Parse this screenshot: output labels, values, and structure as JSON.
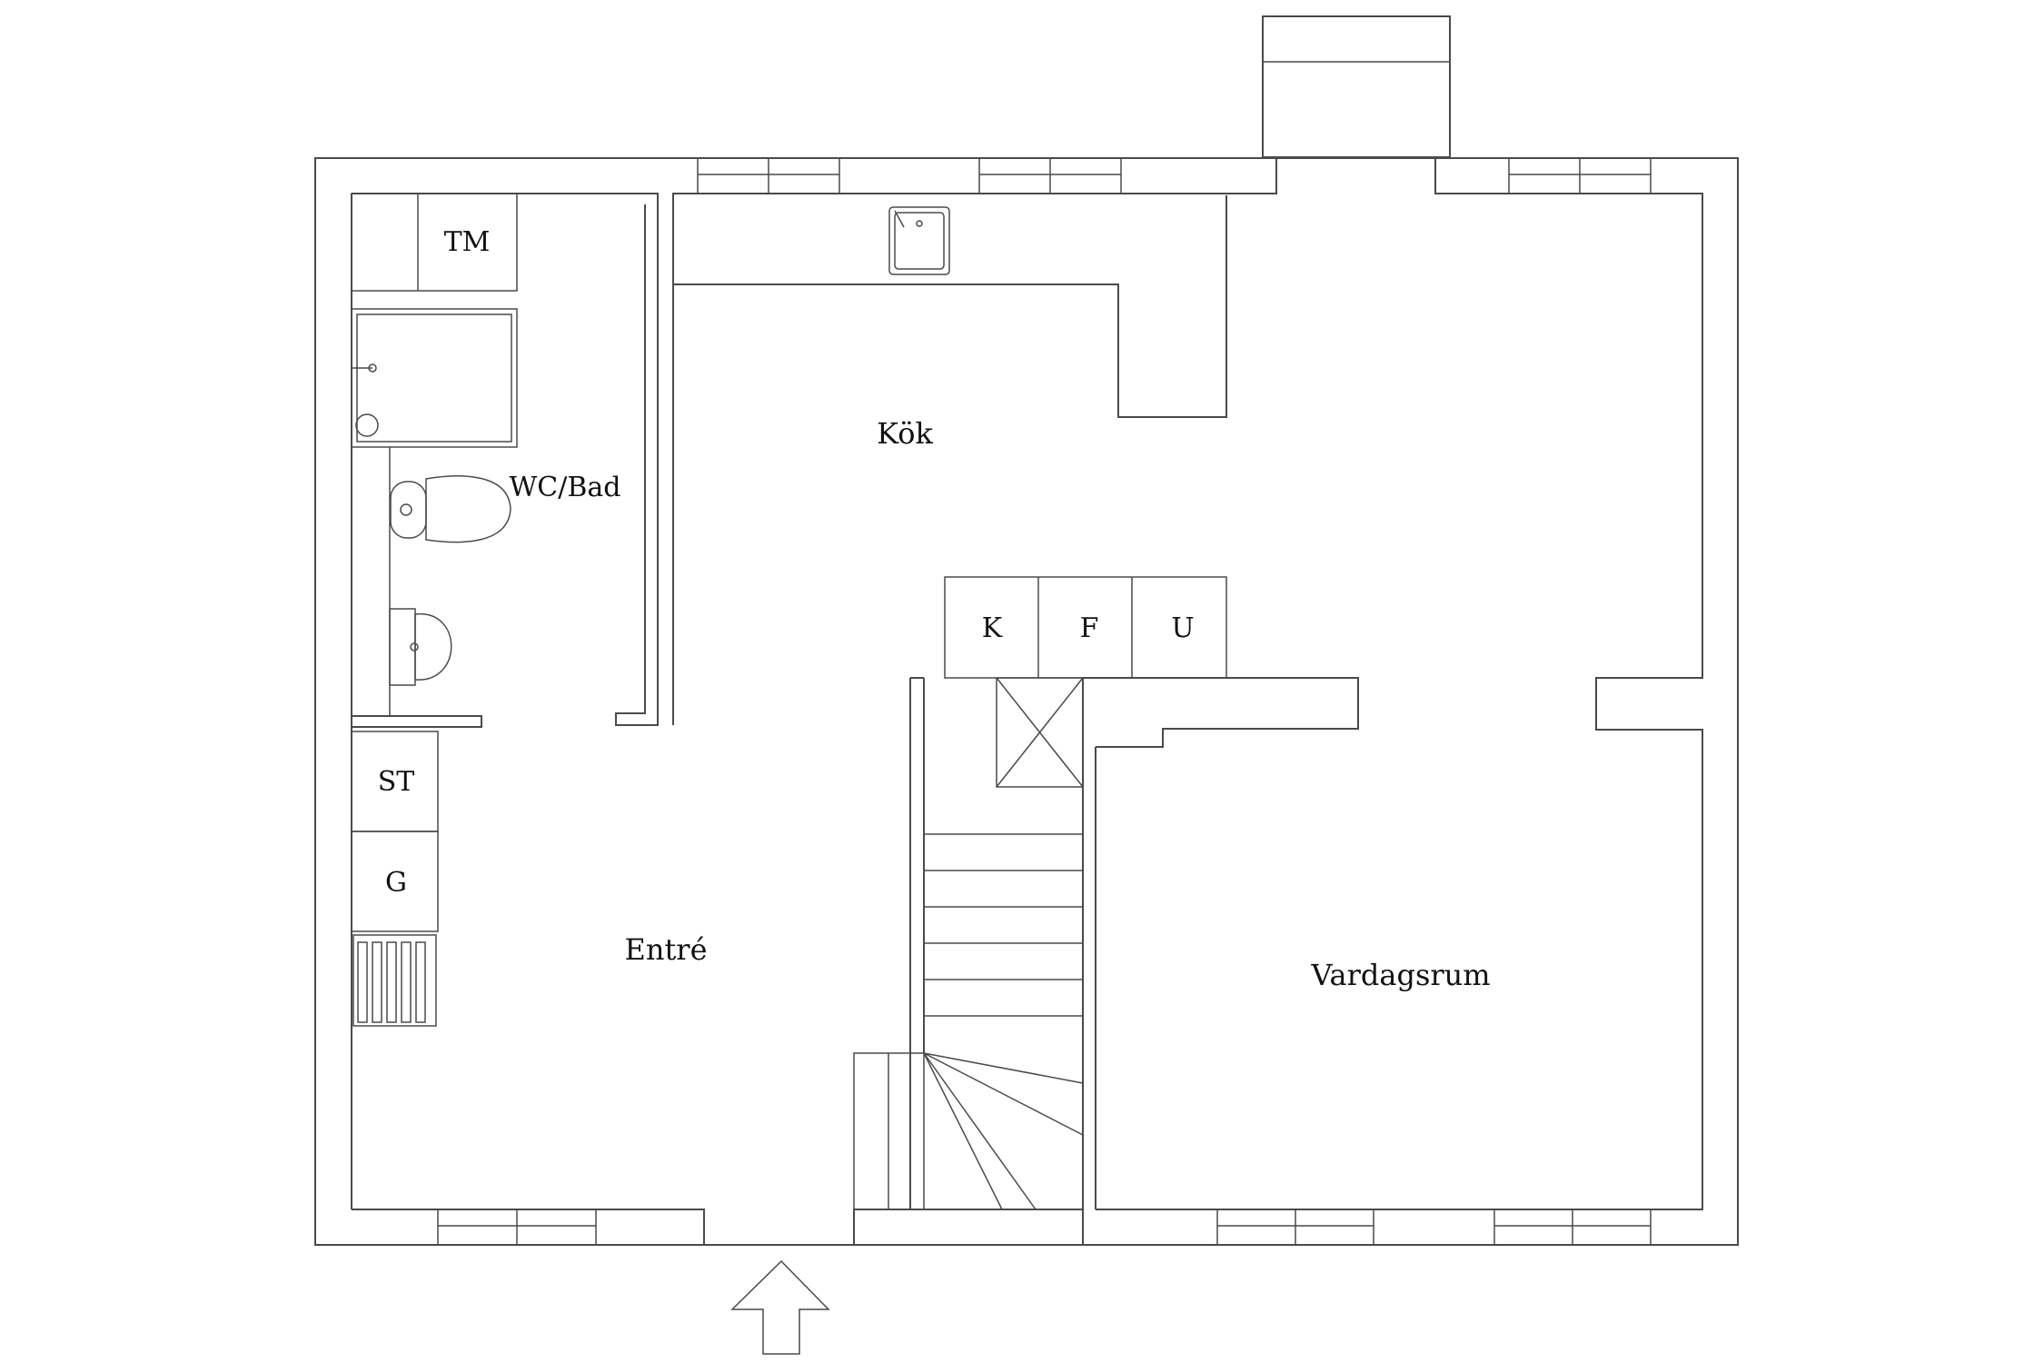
{
  "rooms": {
    "kok": "Kök",
    "wc_bad": "WC/Bad",
    "entre": "Entré",
    "vardagsrum": "Vardagsrum"
  },
  "appliances": {
    "tm": "TM",
    "st": "ST",
    "g": "G",
    "k": "K",
    "f": "F",
    "u": "U"
  },
  "icons": [
    "sink-icon",
    "shower-icon",
    "toilet-icon",
    "washbasin-icon",
    "radiator-icon",
    "entrance-arrow-icon"
  ]
}
